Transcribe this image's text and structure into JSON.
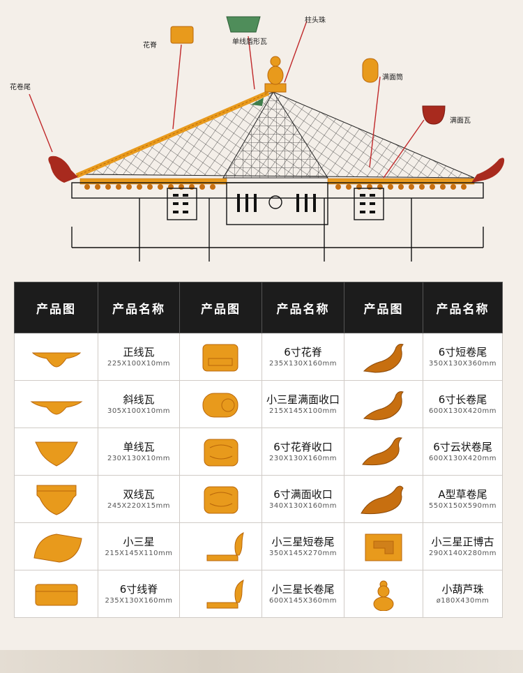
{
  "callouts": [
    {
      "id": "huajuanwei",
      "label": "花卷尾"
    },
    {
      "id": "huaji",
      "label": "花脊"
    },
    {
      "id": "danxiandunxingwa",
      "label": "单线盾形瓦"
    },
    {
      "id": "zhutouzhu",
      "label": "柱头珠"
    },
    {
      "id": "manmiantong",
      "label": "满面筒"
    },
    {
      "id": "manmianwa",
      "label": "满面瓦"
    }
  ],
  "table": {
    "headers": [
      "产品图",
      "产品名称",
      "产品图",
      "产品名称",
      "产品图",
      "产品名称"
    ],
    "rows": [
      [
        {
          "icon": "flat-tile-icon",
          "name": "正线瓦",
          "dim": "225X100X10mm"
        },
        {
          "icon": "ridge-block-icon",
          "name": "6寸花脊",
          "dim": "235X130X160mm"
        },
        {
          "icon": "curl-tail-icon",
          "name": "6寸短卷尾",
          "dim": "350X130X360mm"
        }
      ],
      [
        {
          "icon": "wide-tile-icon",
          "name": "斜线瓦",
          "dim": "305X100X10mm"
        },
        {
          "icon": "round-end-icon",
          "name": "小三星满面收口",
          "dim": "215X145X100mm"
        },
        {
          "icon": "curl-tail-icon",
          "name": "6寸长卷尾",
          "dim": "600X130X420mm"
        }
      ],
      [
        {
          "icon": "shield-tile-icon",
          "name": "单线瓦",
          "dim": "230X130X10mm"
        },
        {
          "icon": "ridge-end-icon",
          "name": "6寸花脊收口",
          "dim": "230X130X160mm"
        },
        {
          "icon": "cloud-tail-icon",
          "name": "6寸云状卷尾",
          "dim": "600X130X420mm"
        }
      ],
      [
        {
          "icon": "double-tile-icon",
          "name": "双线瓦",
          "dim": "245X220X15mm"
        },
        {
          "icon": "ridge-end-icon",
          "name": "6寸满面收口",
          "dim": "340X130X160mm"
        },
        {
          "icon": "grass-tail-icon",
          "name": "A型草卷尾",
          "dim": "550X150X590mm"
        }
      ],
      [
        {
          "icon": "half-pipe-icon",
          "name": "小三星",
          "dim": "215X145X110mm"
        },
        {
          "icon": "hook-tail-icon",
          "name": "小三星短卷尾",
          "dim": "350X145X270mm"
        },
        {
          "icon": "fret-block-icon",
          "name": "小三星正博古",
          "dim": "290X140X280mm"
        }
      ],
      [
        {
          "icon": "ridge-line-icon",
          "name": "6寸线脊",
          "dim": "235X130X160mm"
        },
        {
          "icon": "hook-tail-icon",
          "name": "小三星长卷尾",
          "dim": "600X145X360mm"
        },
        {
          "icon": "gourd-icon",
          "name": "小葫芦珠",
          "dim": "ø180X430mm"
        }
      ]
    ]
  },
  "colors": {
    "glaze": "#e89a1c",
    "glaze_dark": "#b8660a",
    "header_bg": "#1c1c1c",
    "red_tile": "#a82a1e",
    "green_tile": "#3f7d4a",
    "leader": "#c0282a"
  }
}
